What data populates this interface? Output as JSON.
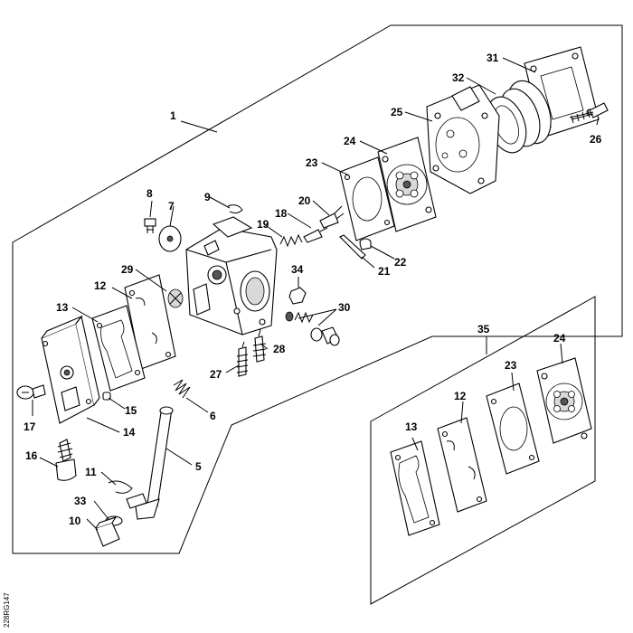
{
  "reference_code": "228RG147",
  "callouts": {
    "c1": "1",
    "c5": "5",
    "c6": "6",
    "c7": "7",
    "c8": "8",
    "c9": "9",
    "c10": "10",
    "c11": "11",
    "c12": "12",
    "c12b": "12",
    "c13": "13",
    "c13b": "13",
    "c14": "14",
    "c15": "15",
    "c16": "16",
    "c17": "17",
    "c18": "18",
    "c19": "19",
    "c20": "20",
    "c21": "21",
    "c22": "22",
    "c23": "23",
    "c23b": "23",
    "c24": "24",
    "c24b": "24",
    "c25": "25",
    "c26": "26",
    "c27": "27",
    "c28": "28",
    "c29": "29",
    "c30": "30",
    "c31": "31",
    "c32": "32",
    "c33": "33",
    "c34": "34",
    "c35": "35"
  }
}
